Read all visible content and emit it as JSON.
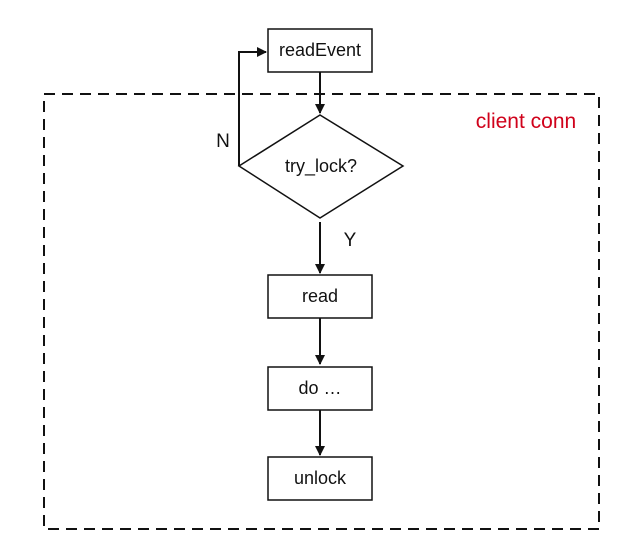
{
  "diagram": {
    "region_label": "client conn",
    "nodes": {
      "read_event": "readEvent",
      "try_lock": "try_lock?",
      "read": "read",
      "do": "do …",
      "unlock": "unlock"
    },
    "edges": {
      "no_label": "N",
      "yes_label": "Y"
    }
  },
  "colors": {
    "region_label": "#d0021b",
    "stroke": "#111111",
    "background": "#ffffff"
  }
}
